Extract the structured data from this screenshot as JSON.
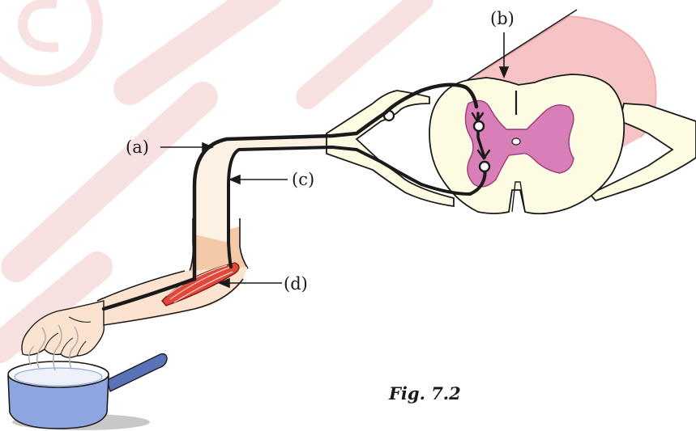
{
  "figure": {
    "caption": "Fig. 7.2",
    "labels": {
      "a": "(a)",
      "b": "(b)",
      "c": "(c)",
      "d": "(d)"
    }
  },
  "colors": {
    "skin": "#fbe3cf",
    "skin_dark": "#f3c9a8",
    "spinal_cord": "#fdfbe2",
    "grey_matter": "#d97fb7",
    "grey_matter_edge": "#9b3a7a",
    "cord_back": "#f6c4c4",
    "muscle": "#e0483a",
    "pan": "#8ea6e0",
    "pan_dark": "#5a72b8",
    "nerve": "#1a1a1a",
    "watermark": "#f3c9c9"
  }
}
